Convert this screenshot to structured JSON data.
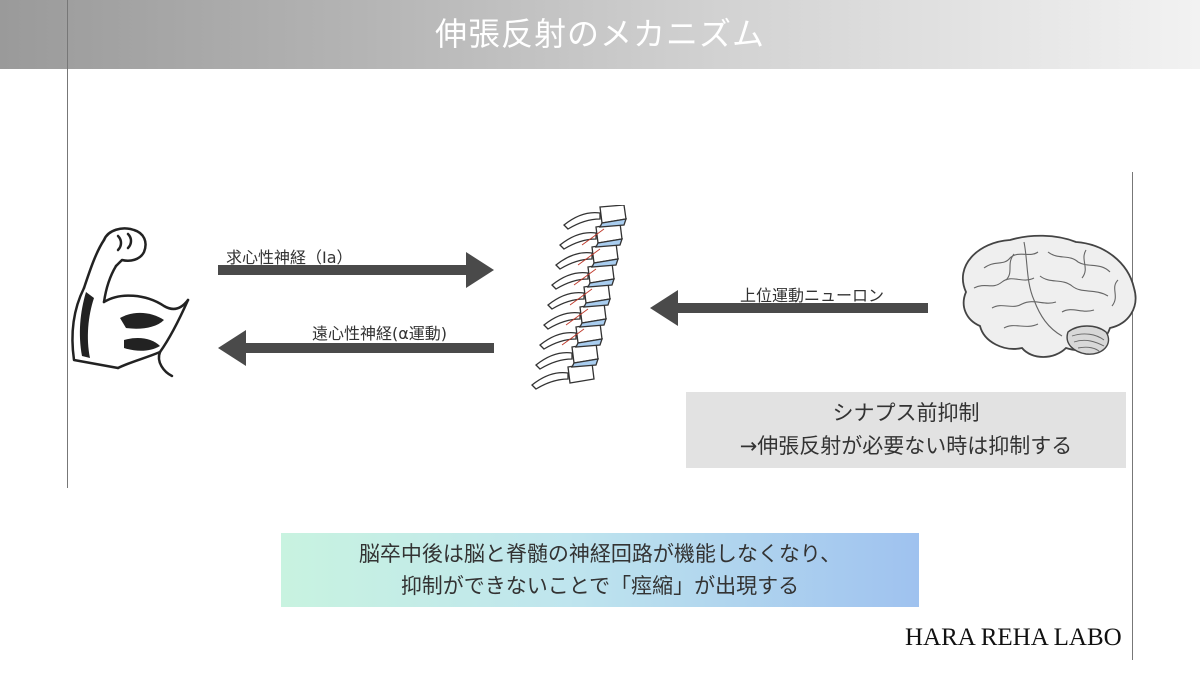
{
  "header": {
    "title": "伸張反射のメカニズム"
  },
  "labels": {
    "afferent": "求心性神経（Ia）",
    "efferent": "遠心性神経(α運動)",
    "upper_motor": "上位運動ニューロン"
  },
  "note": {
    "line1": "シナプス前抑制",
    "line2": "→伸張反射が必要ない時は抑制する"
  },
  "conclusion": {
    "line1": "脳卒中後は脳と脊髄の神経回路が機能しなくなり、",
    "line2": "抑制ができないことで「痙縮」が出現する"
  },
  "brand": "HARA REHA LABO",
  "colors": {
    "arrow": "#4a4a4a",
    "header_start": "#9a9a9a",
    "header_end": "#f2f2f2",
    "note_bg": "#e2e2e2",
    "spine_blue": "#5b9bd5"
  },
  "icons": {
    "muscle": "flexed-arm-icon",
    "spine": "spine-icon",
    "brain": "brain-icon"
  }
}
